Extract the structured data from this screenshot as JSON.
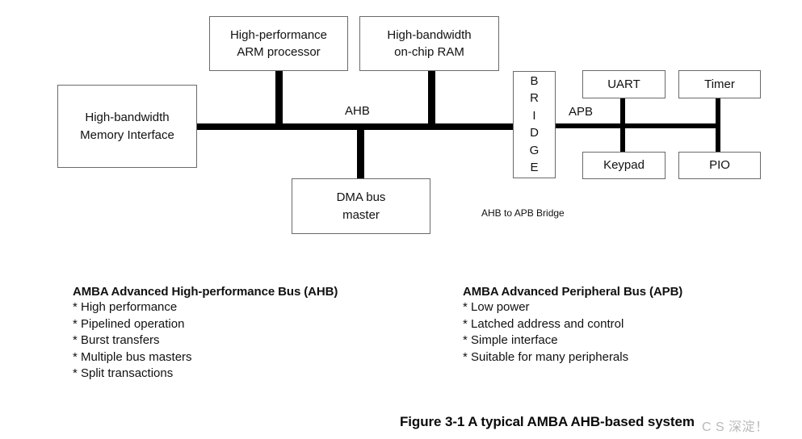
{
  "figure": {
    "caption": "Figure 3-1 A typical AMBA AHB-based system",
    "watermark": "C  S  深淀！"
  },
  "diagram": {
    "blocks": {
      "memory_interface": {
        "line1": "High-bandwidth",
        "line2": "Memory Interface"
      },
      "arm_processor": {
        "line1": "High-performance",
        "line2": "ARM processor"
      },
      "on_chip_ram": {
        "line1": "High-bandwidth",
        "line2": "on-chip RAM"
      },
      "dma_master": {
        "line1": "DMA bus",
        "line2": "master"
      },
      "bridge": {
        "letters": [
          "B",
          "R",
          "I",
          "D",
          "G",
          "E"
        ],
        "l0": "B",
        "l1": "R",
        "l2": "I",
        "l3": "D",
        "l4": "G",
        "l5": "E"
      },
      "uart": {
        "label": "UART"
      },
      "timer": {
        "label": "Timer"
      },
      "keypad": {
        "label": "Keypad"
      },
      "pio": {
        "label": "PIO"
      }
    },
    "bus_labels": {
      "ahb": "AHB",
      "apb": "APB"
    },
    "annotations": {
      "bridge_caption": "AHB to APB Bridge"
    }
  },
  "legend": {
    "ahb": {
      "heading": "AMBA Advanced High-performance Bus (AHB)",
      "items": [
        "* High performance",
        "* Pipelined operation",
        "* Burst transfers",
        "* Multiple bus masters",
        "* Split transactions"
      ],
      "i0": "* High performance",
      "i1": "* Pipelined operation",
      "i2": "* Burst transfers",
      "i3": "* Multiple bus masters",
      "i4": "* Split transactions"
    },
    "apb": {
      "heading": "AMBA Advanced Peripheral Bus (APB)",
      "items": [
        "* Low power",
        "* Latched address and control",
        "* Simple interface",
        "* Suitable for many peripherals"
      ],
      "i0": "* Low power",
      "i1": "* Latched address and control",
      "i2": "* Simple interface",
      "i3": "* Suitable for many peripherals"
    }
  }
}
